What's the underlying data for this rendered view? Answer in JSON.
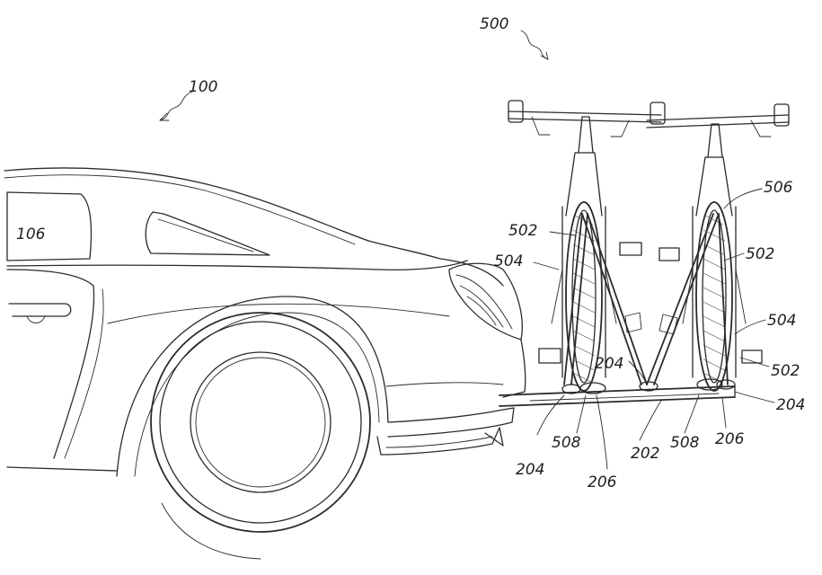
{
  "figure": {
    "refs": {
      "vehicle": "100",
      "vehicle_body": "106",
      "rack_system": "500",
      "hitch_bar": "202",
      "fork_mount_left_bottom": "204",
      "fork_mount_center": "204",
      "fork_mount_right": "204",
      "wheel_tray_left": "206",
      "wheel_tray_right": "206",
      "strap_left_top": "502",
      "strap_right_upper": "502",
      "strap_right_lower": "502",
      "arm_left": "504",
      "arm_right": "504",
      "bicycle": "506",
      "clamp_left": "508",
      "clamp_right": "508"
    }
  }
}
